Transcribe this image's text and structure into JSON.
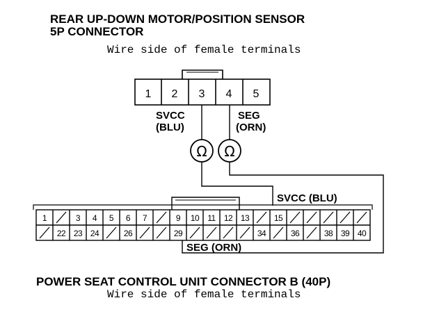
{
  "title_top_line1": "REAR UP-DOWN MOTOR/POSITION SENSOR",
  "title_top_line2": "5P CONNECTOR",
  "subtitle_top": "Wire side of female terminals",
  "connector_5p": {
    "pins": [
      "1",
      "2",
      "3",
      "4",
      "5"
    ]
  },
  "labels": {
    "svcc_a": "SVCC",
    "svcc_b": "(BLU)",
    "seg_a": "SEG",
    "seg_b": "(ORN)",
    "svcc_wire": "SVCC (BLU)",
    "seg_wire": "SEG (ORN)"
  },
  "ohm_symbol": "Ω",
  "connector_40p": {
    "row1": [
      "1",
      "",
      "3",
      "4",
      "5",
      "6",
      "7",
      "",
      "9",
      "10",
      "11",
      "12",
      "13",
      "",
      "15",
      "",
      "",
      "",
      "",
      ""
    ],
    "row2": [
      "",
      "22",
      "23",
      "24",
      "",
      "26",
      "",
      "",
      "29",
      "",
      "",
      "",
      "",
      "34",
      "",
      "36",
      "",
      "38",
      "39",
      "40"
    ]
  },
  "title_bottom": "POWER SEAT CONTROL UNIT CONNECTOR B (40P)",
  "subtitle_bottom": "Wire side of female terminals"
}
